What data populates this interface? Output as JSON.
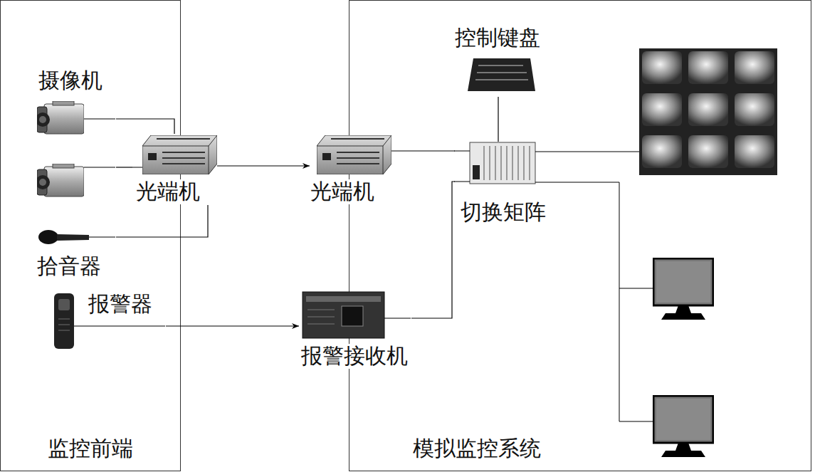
{
  "diagram": {
    "nodes": [
      {
        "text": [
          "监控前端"
        ]
      },
      {
        "text": [
          "摄像机"
        ],
        "in": 0
      },
      {
        "text": [
          "光端机"
        ]
      },
      {
        "text": [
          "拾音器"
        ],
        "in": 0
      },
      {
        "text": [
          "报警器"
        ],
        "in": 0
      },
      {
        "text": [
          "模拟监控系统"
        ]
      },
      {
        "text": [
          "光端机"
        ]
      },
      {
        "text": [
          "控制键盘"
        ],
        "in": 5
      },
      {
        "text": [
          "切换矩阵"
        ],
        "in": 5
      },
      {
        "text": [
          "报警接收机"
        ]
      }
    ],
    "edges": [
      {
        "from": 1,
        "to": 2,
        "arrow": "none"
      },
      {
        "from": 1,
        "to": 2,
        "arrow": "none"
      },
      {
        "from": 3,
        "to": 2,
        "arrow": "none"
      },
      {
        "from": 2,
        "to": 6,
        "arrow": "to"
      },
      {
        "from": 6,
        "to": 8,
        "arrow": "none"
      },
      {
        "from": 7,
        "to": 8,
        "arrow": "none"
      },
      {
        "from": 4,
        "to": 9,
        "arrow": "to"
      },
      {
        "from": 9,
        "to": 8,
        "arrow": "none"
      }
    ]
  }
}
